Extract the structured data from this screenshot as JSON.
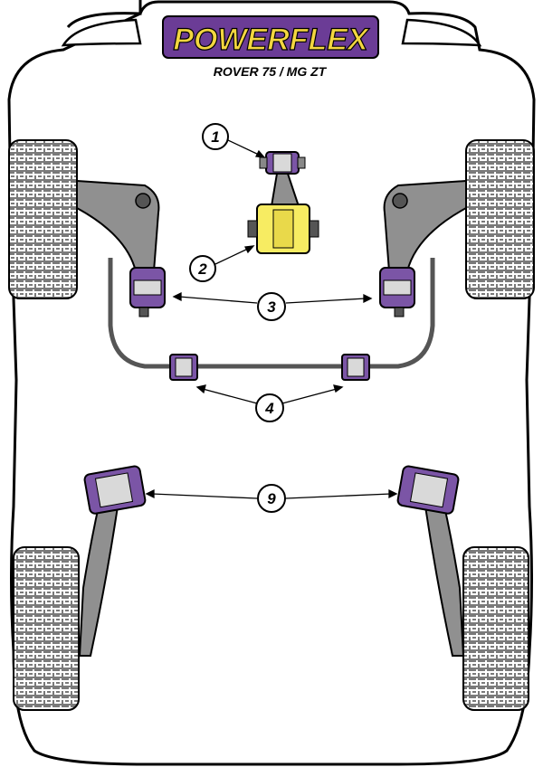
{
  "brand": {
    "name": "POWERFLEX"
  },
  "model": "ROVER 75 / MG ZT",
  "callouts": [
    {
      "id": "1",
      "label": "1"
    },
    {
      "id": "2",
      "label": "2"
    },
    {
      "id": "3",
      "label": "3"
    },
    {
      "id": "4",
      "label": "4"
    },
    {
      "id": "9",
      "label": "9"
    }
  ],
  "colors": {
    "outline": "#000000",
    "body": "#ffffff",
    "tyre_bg": "#7b7b7b",
    "arm_fill": "#909090",
    "bush_purple": "#7b55a6",
    "bush_inner": "#d9d9d9",
    "bush_yellow": "#f7ec62",
    "logo_purple": "#6b3c96",
    "logo_yellow": "#f3d640"
  }
}
